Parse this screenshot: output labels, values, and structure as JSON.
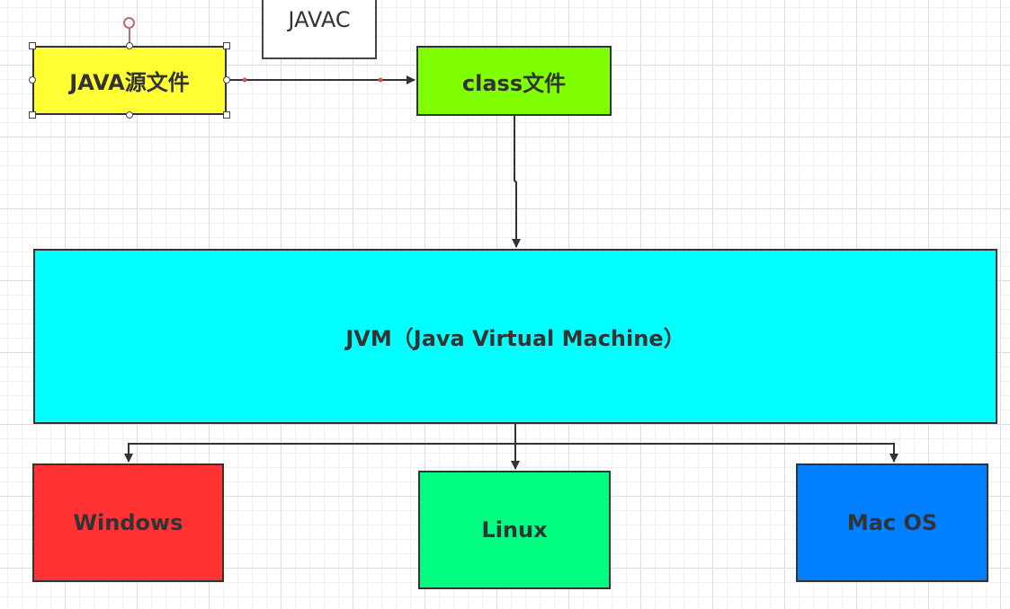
{
  "diagram": {
    "nodes": {
      "javac": {
        "label": "JAVAC",
        "color": "#ffffff"
      },
      "java_source": {
        "label": "JAVA源文件",
        "color": "#ffff33"
      },
      "class_file": {
        "label": "class文件",
        "color": "#80ff00"
      },
      "jvm": {
        "label": "JVM（Java Virtual Machine）",
        "color": "#00ffff"
      },
      "windows": {
        "label": "Windows",
        "color": "#ff3333"
      },
      "linux": {
        "label": "Linux",
        "color": "#00ff80"
      },
      "macos": {
        "label": "Mac OS",
        "color": "#007fff"
      }
    },
    "edges": [
      {
        "from": "java_source",
        "to": "class_file"
      },
      {
        "from": "class_file",
        "to": "jvm"
      },
      {
        "from": "jvm",
        "to": "windows"
      },
      {
        "from": "jvm",
        "to": "linux"
      },
      {
        "from": "jvm",
        "to": "macos"
      }
    ],
    "selected_node": "java_source"
  }
}
